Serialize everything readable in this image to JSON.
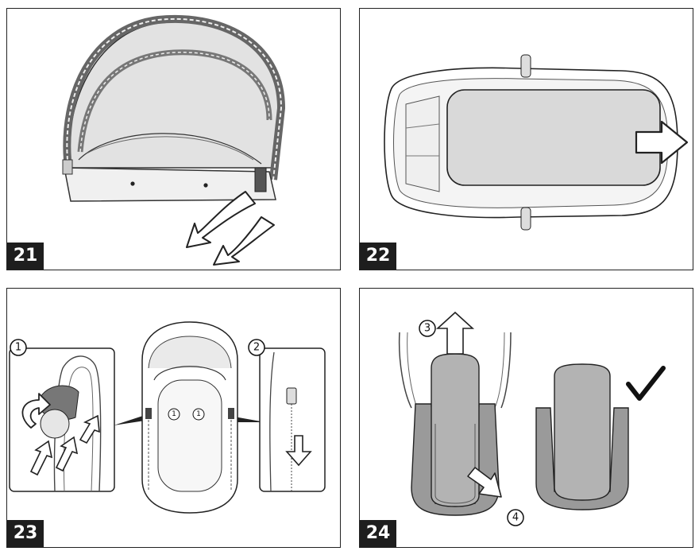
{
  "panels": [
    {
      "step": "21"
    },
    {
      "step": "22"
    },
    {
      "step": "23",
      "callouts": [
        "1",
        "2"
      ],
      "body_marks": [
        "1",
        "1"
      ]
    },
    {
      "step": "24",
      "callouts": [
        "3",
        "4"
      ]
    }
  ]
}
